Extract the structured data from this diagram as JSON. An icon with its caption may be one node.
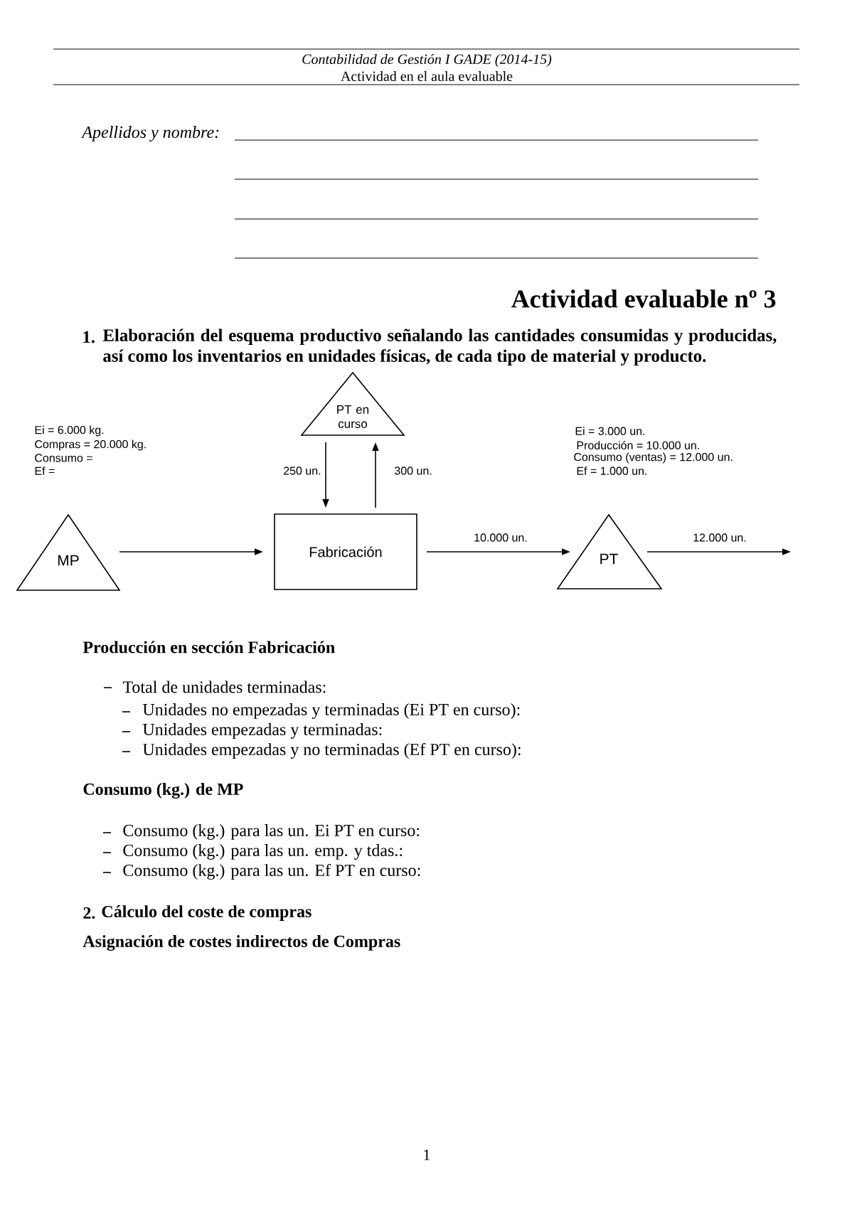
{
  "diagram": {
    "title": "Actividad evaluable nº 3",
    "nodes": [
      {
        "text": [
          "PT en curso"
        ]
      },
      {
        "text": [
          "MP"
        ],
        "beside": [
          "Ei = 6.000 kg.",
          "Compras = 20.000 kg.",
          "Consumo =",
          "Ef ="
        ]
      },
      {
        "text": [
          "Fabricación"
        ]
      },
      {
        "text": [
          "PT"
        ],
        "beside": [
          "Ei = 3.000 un.",
          "Producción = 10.000 un.",
          "Consumo (ventas) = 12.000 un.",
          "Ef = 1.000 un."
        ]
      }
    ],
    "edges": [
      {
        "from": 0,
        "to": 2,
        "arrow": "to",
        "label": "250 un."
      },
      {
        "from": 2,
        "to": 0,
        "arrow": "to",
        "label": "300 un."
      },
      {
        "from": 1,
        "to": 2,
        "arrow": "to"
      },
      {
        "from": 2,
        "to": 3,
        "arrow": "to",
        "label": "10.000 un."
      },
      {
        "from": 3,
        "to": null,
        "arrow": "to",
        "label": "12.000 un."
      }
    ],
    "labels": [
      "Contabilidad de Gestión I GADE (2014-15)",
      "Actividad en el aula evaluable",
      "Apellidos y nombre:",
      "1.",
      "Elaboración del esquema productivo señalando las cantidades consumidas y producidas, así como los inventarios en unidades físicas, de cada tipo de material y producto.",
      "Producción en sección Fabricación",
      "Total de unidades terminadas:",
      "Unidades no empezadas y terminadas (Ei PT en curso):",
      "Unidades empezadas y terminadas:",
      "Unidades empezadas y no terminadas (Ef PT en curso):",
      "Consumo (kg.) de MP",
      "Consumo (kg.) para las un. Ei PT en curso:",
      "Consumo (kg.) para las un. emp. y tdas.:",
      "Consumo (kg.) para las un. Ef PT en curso:",
      "2.",
      "Cálculo del coste de compras",
      "Asignación de costes indirectos de Compras",
      "1"
    ]
  }
}
